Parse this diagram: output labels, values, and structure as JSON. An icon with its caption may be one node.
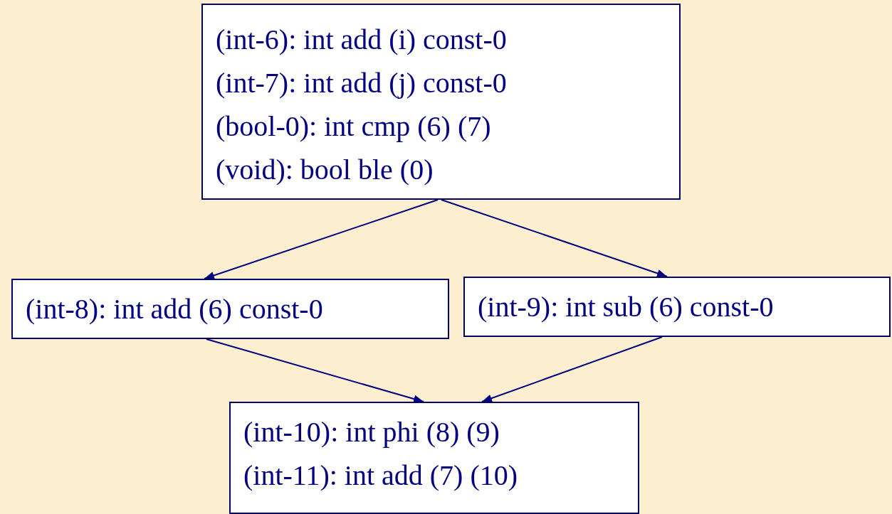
{
  "diagram": {
    "nodes": [
      {
        "text": [
          "(int-6): int add (i) const-0",
          "(int-7): int add (j) const-0",
          "(bool-0): int cmp (6) (7)",
          "(void): bool ble (0)"
        ]
      },
      {
        "text": [
          "(int-8): int add (6) const-0"
        ]
      },
      {
        "text": [
          "(int-9): int sub (6) const-0"
        ]
      },
      {
        "text": [
          "(int-10): int phi (8) (9)",
          "(int-11): int add (7) (10)"
        ]
      }
    ],
    "edges": [
      {
        "from": 0,
        "to": 1,
        "arrow": "to"
      },
      {
        "from": 0,
        "to": 2,
        "arrow": "to"
      },
      {
        "from": 1,
        "to": 3,
        "arrow": "to"
      },
      {
        "from": 2,
        "to": 3,
        "arrow": "to"
      }
    ]
  }
}
